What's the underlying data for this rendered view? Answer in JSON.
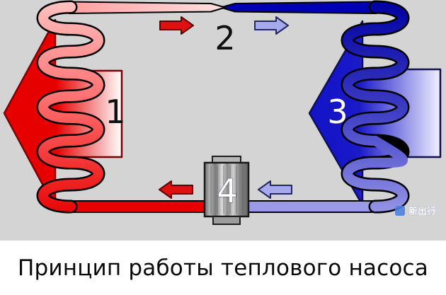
{
  "diagram": {
    "title_semantic": "heat-pump-cycle-diagram",
    "labels": {
      "condenser": "1",
      "expansion_valve": "2",
      "evaporator": "3",
      "compressor": "4"
    },
    "watermark": "新出行",
    "colors": {
      "panel_bg": "#d4d4d4",
      "hot": "#e60000",
      "hot_light": "#ffb4b4",
      "cold": "#0000b0",
      "cold_light": "#9a9ae8",
      "arrow_outline_hot": "#6e0000",
      "arrow_outline_cold": "#1c1c5a",
      "compressor_gray": "#9a9a9a"
    },
    "icons": {
      "heat_output": "large-left-block-arrow-red",
      "heat_input": "large-left-block-arrow-blue",
      "flow_top_hot": "small-right-block-arrow-red",
      "flow_top_cold": "small-right-block-arrow-lavender",
      "flow_bottom_hot": "small-left-block-arrow-red",
      "flow_bottom_cold": "small-left-block-arrow-lavender"
    }
  },
  "caption": "Принцип работы теплового насоса"
}
